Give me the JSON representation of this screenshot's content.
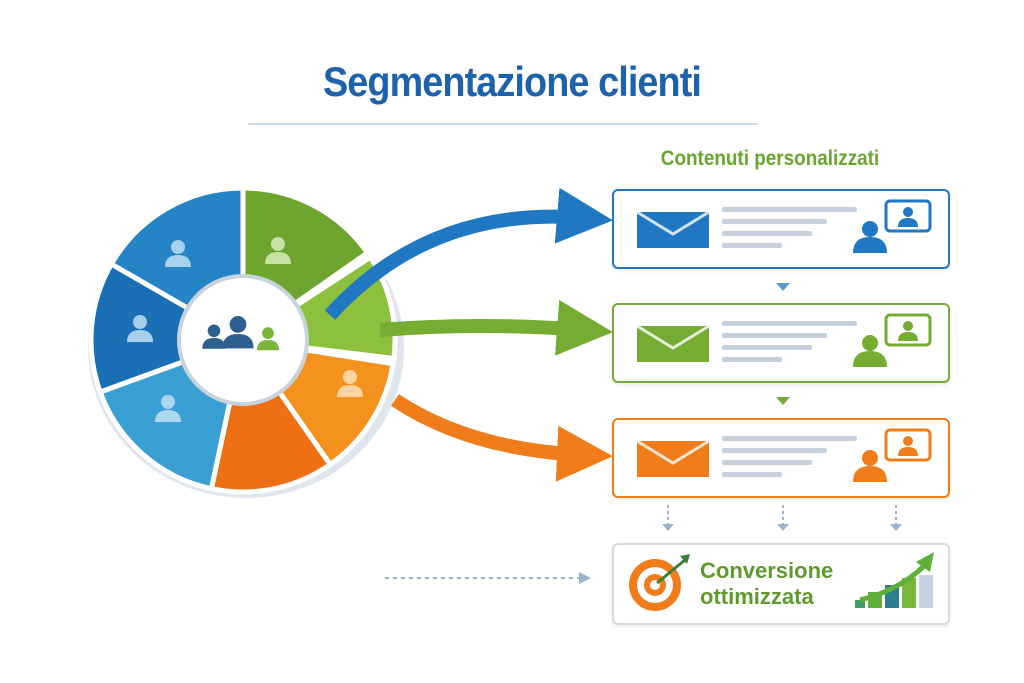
{
  "title": "Segmentazione clienti",
  "content_heading": "Contenuti personalizzati",
  "conversion": {
    "line1": "Conversione",
    "line2": "ottimizzata"
  },
  "colors": {
    "blue": "#1f78c1",
    "green": "#74ad32",
    "orange": "#f07d1a",
    "title": "#1d62ab"
  },
  "channels": [
    {
      "name": "blue",
      "icons": [
        "envelope-icon",
        "user-chat-icon"
      ]
    },
    {
      "name": "green",
      "icons": [
        "envelope-icon",
        "user-chat-icon"
      ]
    },
    {
      "name": "orange",
      "icons": [
        "envelope-icon",
        "user-chat-icon"
      ]
    }
  ]
}
